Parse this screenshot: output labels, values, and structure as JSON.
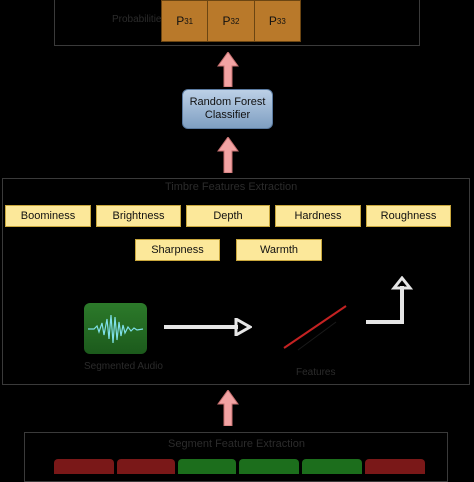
{
  "output_table": {
    "row_label": "Probabilities",
    "cells": [
      {
        "base": "P",
        "sub": "31"
      },
      {
        "base": "P",
        "sub": "32"
      },
      {
        "base": "P",
        "sub": "33"
      }
    ]
  },
  "classifier": {
    "line1": "Random Forest",
    "line2": "Classifier"
  },
  "timbre_panel": {
    "title": "Timbre Features Extraction",
    "features_row1": [
      "Boominess",
      "Brightness",
      "Depth",
      "Hardness",
      "Roughness"
    ],
    "features_row2": [
      "Sharpness",
      "Warmth"
    ],
    "audio_caption": "Segmented Audio",
    "graph_caption": "Features"
  },
  "bottom_panel": {
    "title": "Segment Feature Extraction"
  },
  "colors": {
    "arrow": "#f2a3a3",
    "feature_fill": "#fce89a",
    "table_fill": "#b9792a",
    "classifier_top": "#bcd0e6",
    "classifier_bottom": "#7f9fc2",
    "waveform_bg": "#2c7a2a",
    "strip_red": "#8a1c1c",
    "strip_green": "#1f7a1f"
  }
}
